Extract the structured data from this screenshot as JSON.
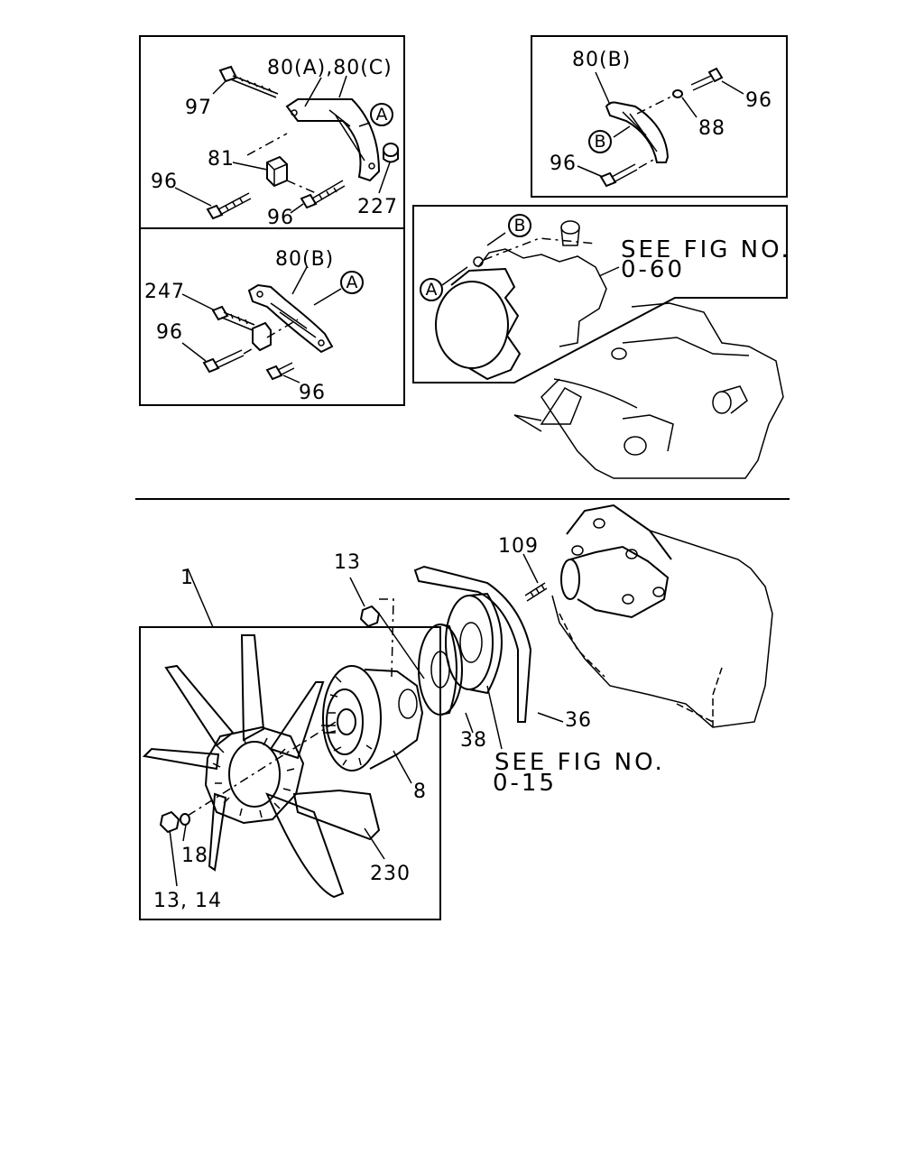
{
  "panels": {
    "top_left_a": {
      "labels": [
        "80(A),80(C)",
        "97",
        "81",
        "96",
        "96",
        "227"
      ],
      "callout": "A"
    },
    "top_left_b": {
      "labels": [
        "80(B)",
        "247",
        "96",
        "96"
      ],
      "callout": "A"
    },
    "top_right": {
      "labels": [
        "80(B)",
        "96",
        "88",
        "96"
      ],
      "callout": "B"
    },
    "engine_ref": {
      "see_fig_line1": "SEE FIG NO.",
      "see_fig_line2": "0-60",
      "callout_a": "A",
      "callout_b": "B"
    },
    "fan_assembly": {
      "labels": [
        "1",
        "13",
        "109",
        "36",
        "38",
        "8",
        "18",
        "13, 14",
        "230"
      ],
      "see_fig_line1": "SEE FIG NO.",
      "see_fig_line2": "0-15"
    }
  }
}
